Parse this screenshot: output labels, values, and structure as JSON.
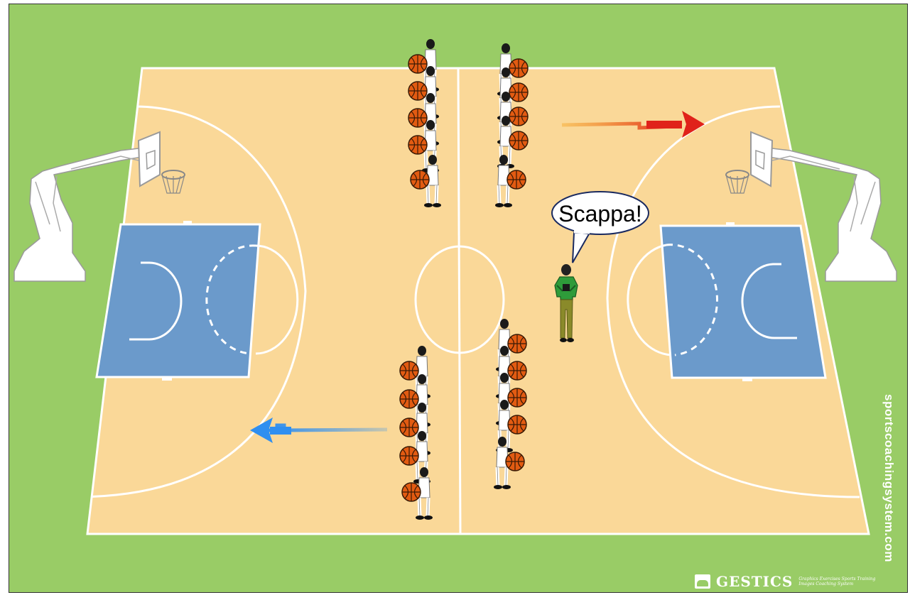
{
  "diagram": {
    "speech_bubble_text": "Scappa!",
    "watermark": "sportscoachingsystem.com",
    "logo": {
      "name": "GESTICS",
      "tagline_line1": "Graphics Exercises Sports Training",
      "tagline_line2": "Images Coaching System"
    },
    "colors": {
      "grass": "#99cc66",
      "court": "#fad898",
      "paint": "#6b9acb",
      "lines": "#ffffff",
      "left_arrow": "#2f8ff0",
      "right_arrow": "#e8301a",
      "ball": "#e25b12",
      "coach_shirt": "#2e9b3a",
      "coach_pants": "#8a8a2a"
    },
    "icons": [
      "basketball-hoop-icon",
      "player-icon",
      "basketball-icon",
      "coach-icon",
      "speech-bubble-icon",
      "arrow-icon"
    ]
  }
}
